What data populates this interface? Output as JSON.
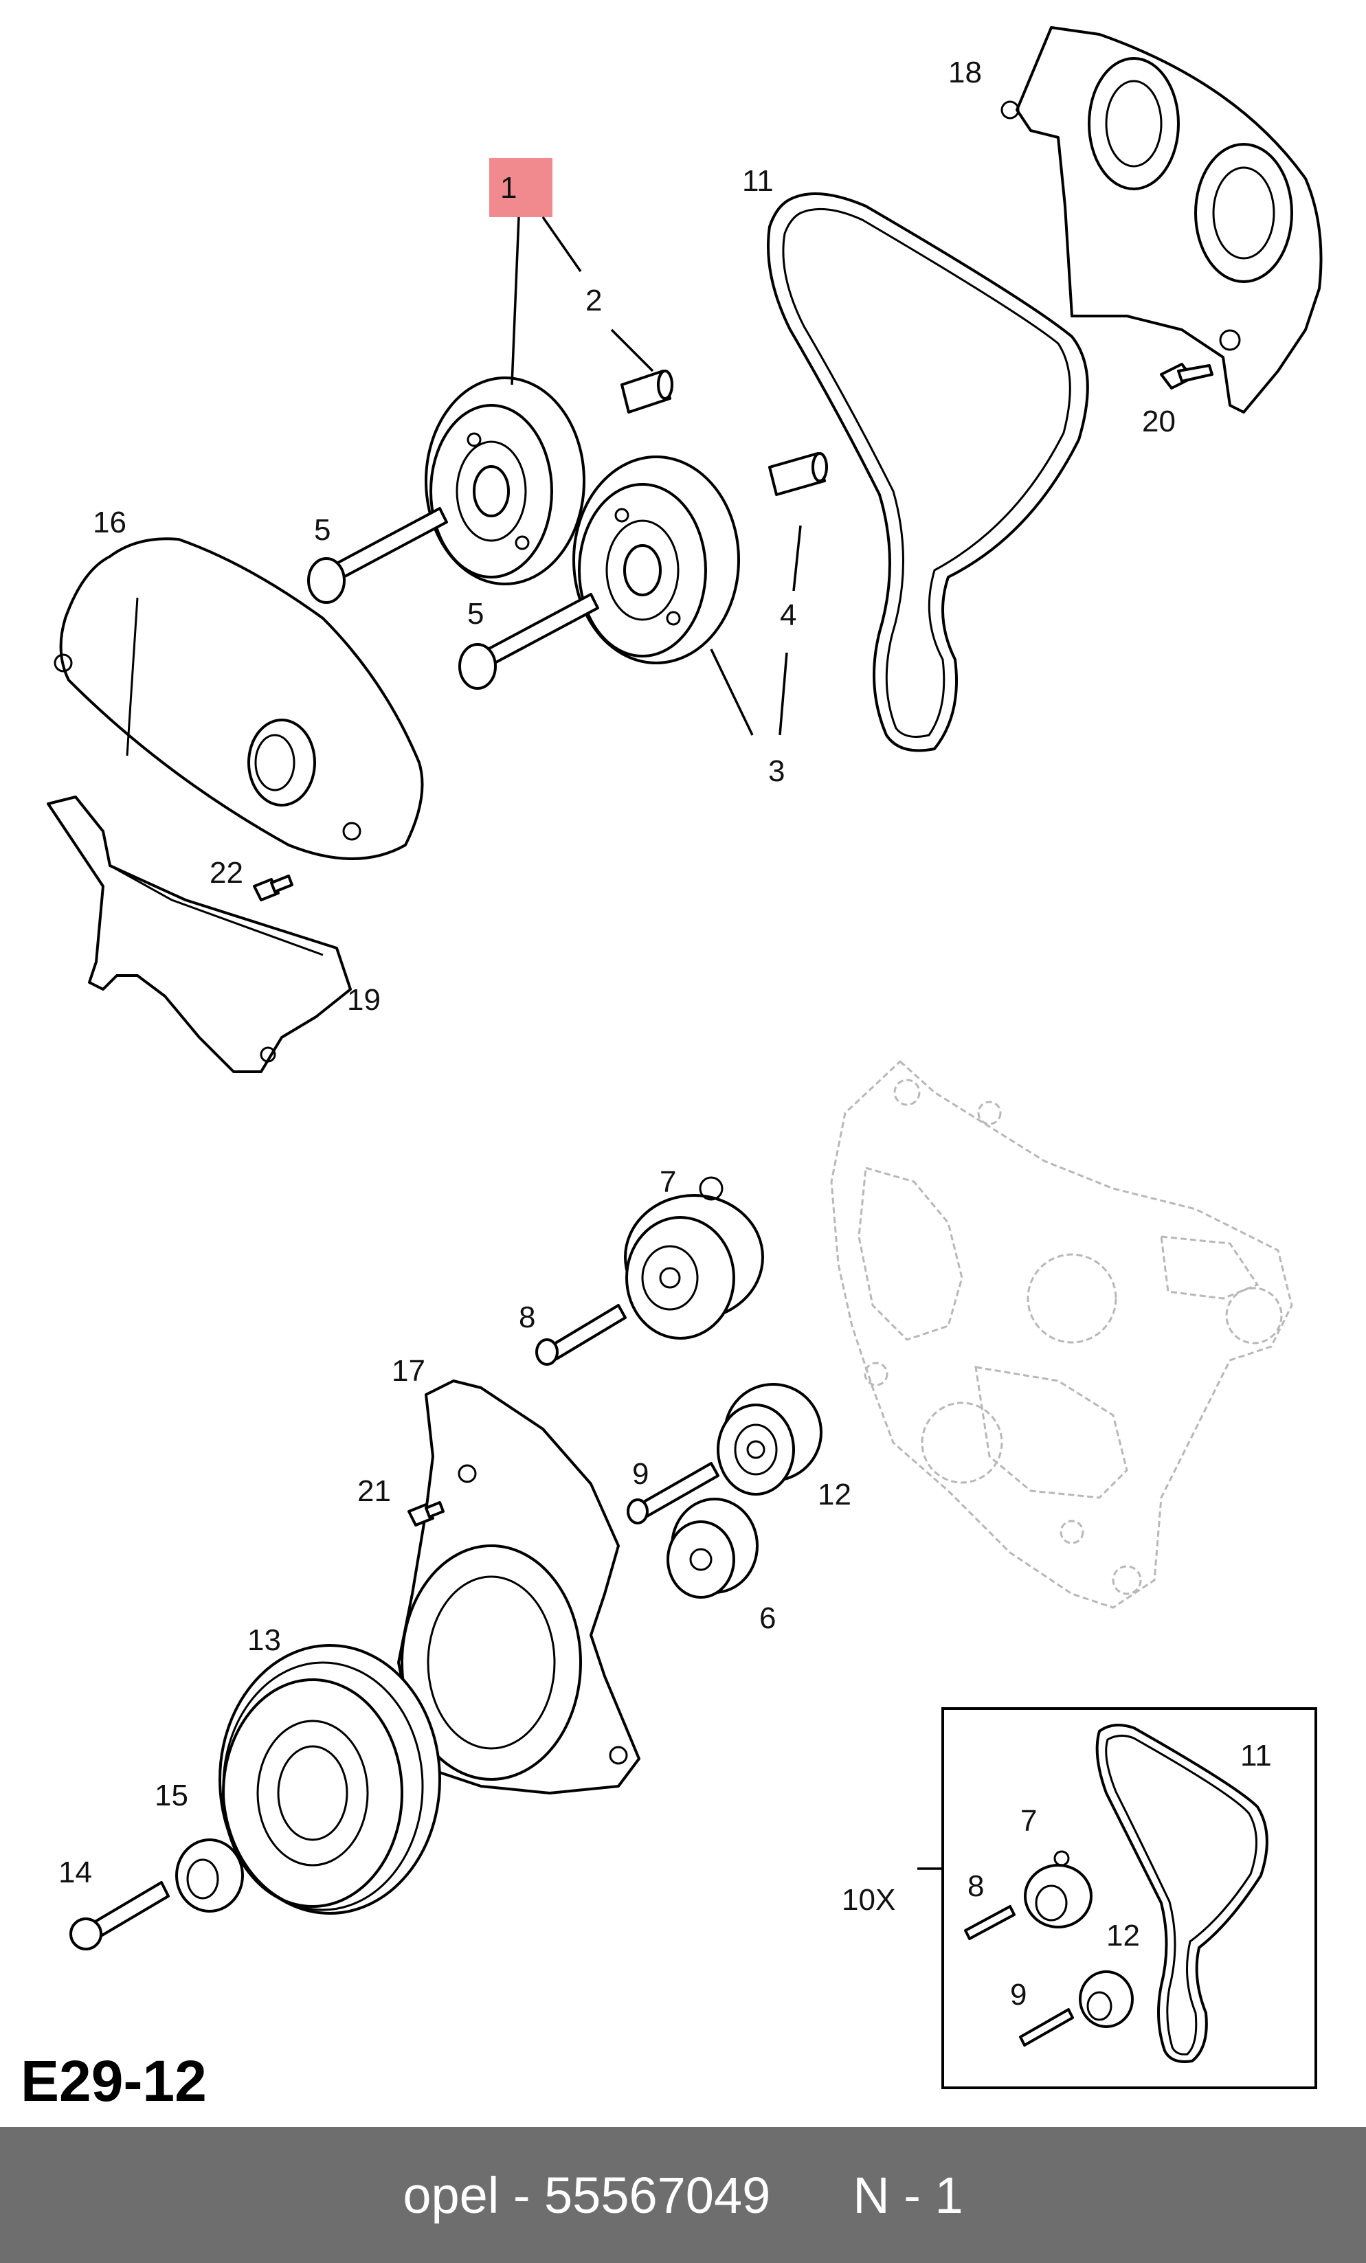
{
  "diagram": {
    "code": "E29-12",
    "highlight_color": "#f08a8f",
    "callouts": {
      "c1": "1",
      "c2": "2",
      "c3": "3",
      "c4": "4",
      "c5a": "5",
      "c5b": "5",
      "c6": "6",
      "c7": "7",
      "c8": "8",
      "c9": "9",
      "c11": "11",
      "c12": "12",
      "c13": "13",
      "c14": "14",
      "c15": "15",
      "c16": "16",
      "c17": "17",
      "c18": "18",
      "c19": "19",
      "c20": "20",
      "c21": "21",
      "c22": "22"
    },
    "kit": {
      "label": "10X",
      "c7": "7",
      "c8": "8",
      "c9": "9",
      "c11": "11",
      "c12": "12"
    }
  },
  "footer": {
    "part_info": "opel - 55567049",
    "quantity": "N - 1",
    "bar_color": "#6e6e6e"
  }
}
